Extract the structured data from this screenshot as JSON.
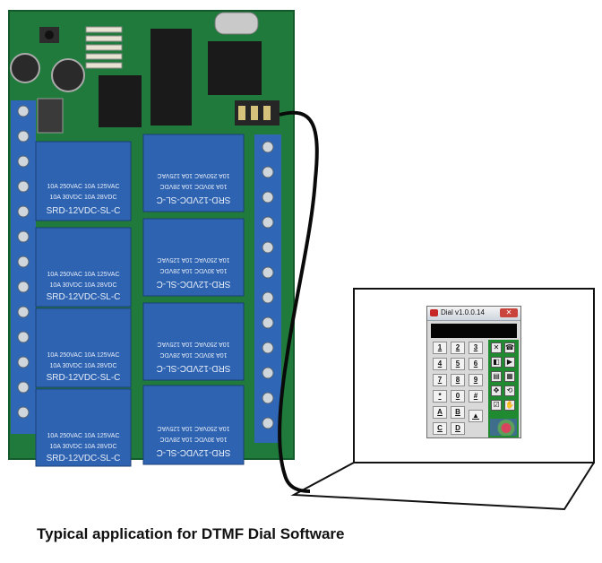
{
  "relays": [
    {
      "model": "SRD-12VDC-SL-C",
      "rating1": "10A 250VAC  10A 125VAC",
      "rating2": "10A 30VDC  10A 28VDC"
    },
    {
      "model": "SRD-12VDC-SL-C",
      "rating1": "10A 250VAC  10A 125VAC",
      "rating2": "10A 30VDC  10A 28VDC"
    },
    {
      "model": "SRD-12VDC-SL-C",
      "rating1": "10A 250VAC  10A 125VAC",
      "rating2": "10A 30VDC  10A 28VDC"
    },
    {
      "model": "SRD-12VDC-SL-C",
      "rating1": "10A 250VAC  10A 125VAC",
      "rating2": "10A 30VDC  10A 28VDC"
    },
    {
      "model": "SRD-12VDC-SL-C",
      "rating1": "10A 250VAC  10A 125VAC",
      "rating2": "10A 30VDC  10A 28VDC"
    },
    {
      "model": "SRD-12VDC-SL-C",
      "rating1": "10A 250VAC  10A 125VAC",
      "rating2": "10A 30VDC  10A 28VDC"
    },
    {
      "model": "SRD-12VDC-SL-C",
      "rating1": "10A 250VAC  10A 125VAC",
      "rating2": "10A 30VDC  10A 28VDC"
    },
    {
      "model": "SRD-12VDC-SL-C",
      "rating1": "10A 250VAC  10A 125VAC",
      "rating2": "10A 30VDC  10A 28VDC"
    }
  ],
  "dial": {
    "title": "Dial v1.0.0.14",
    "close": "✕",
    "keys": [
      "1",
      "2",
      "3",
      "4",
      "5",
      "6",
      "7",
      "8",
      "9",
      "*",
      "0",
      "#",
      "A",
      "B",
      "C",
      "D"
    ],
    "side_buttons": [
      "✕",
      "☎",
      "◧",
      "▶",
      "▤",
      "▦",
      "✥",
      "⟲",
      "☑",
      "✋"
    ],
    "up": "▲"
  },
  "caption": "Typical application for DTMF Dial Software"
}
